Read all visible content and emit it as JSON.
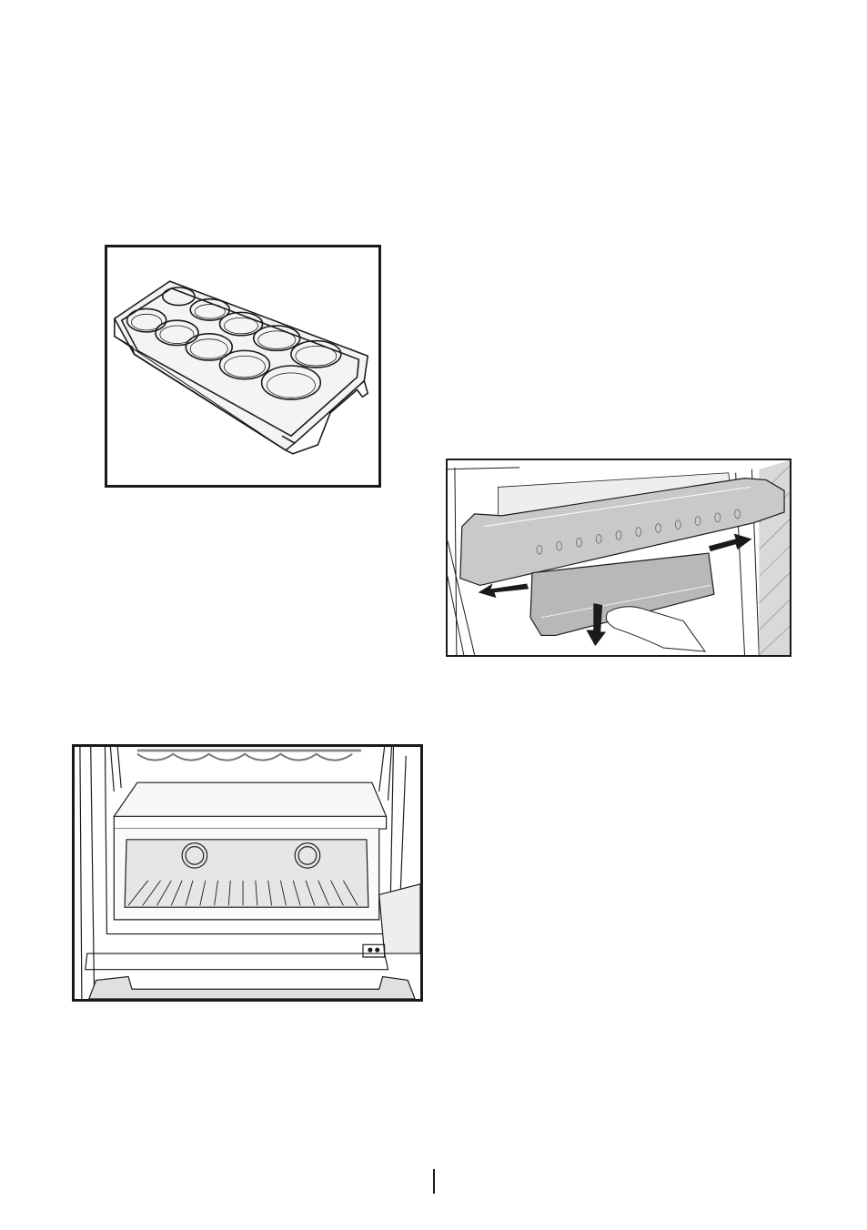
{
  "page": {
    "figures": [
      {
        "id": "egg-tray",
        "icon": "egg-tray-illustration"
      },
      {
        "id": "door-shelf",
        "icon": "door-shelf-removal-illustration"
      },
      {
        "id": "freezer-drawer",
        "icon": "freezer-drawer-illustration"
      }
    ],
    "colors": {
      "line": "#1a1a1a",
      "shelf_fill": "#c9c9c9",
      "shelf_dark": "#9a9a9a",
      "panel": "#e6e6e6"
    }
  }
}
